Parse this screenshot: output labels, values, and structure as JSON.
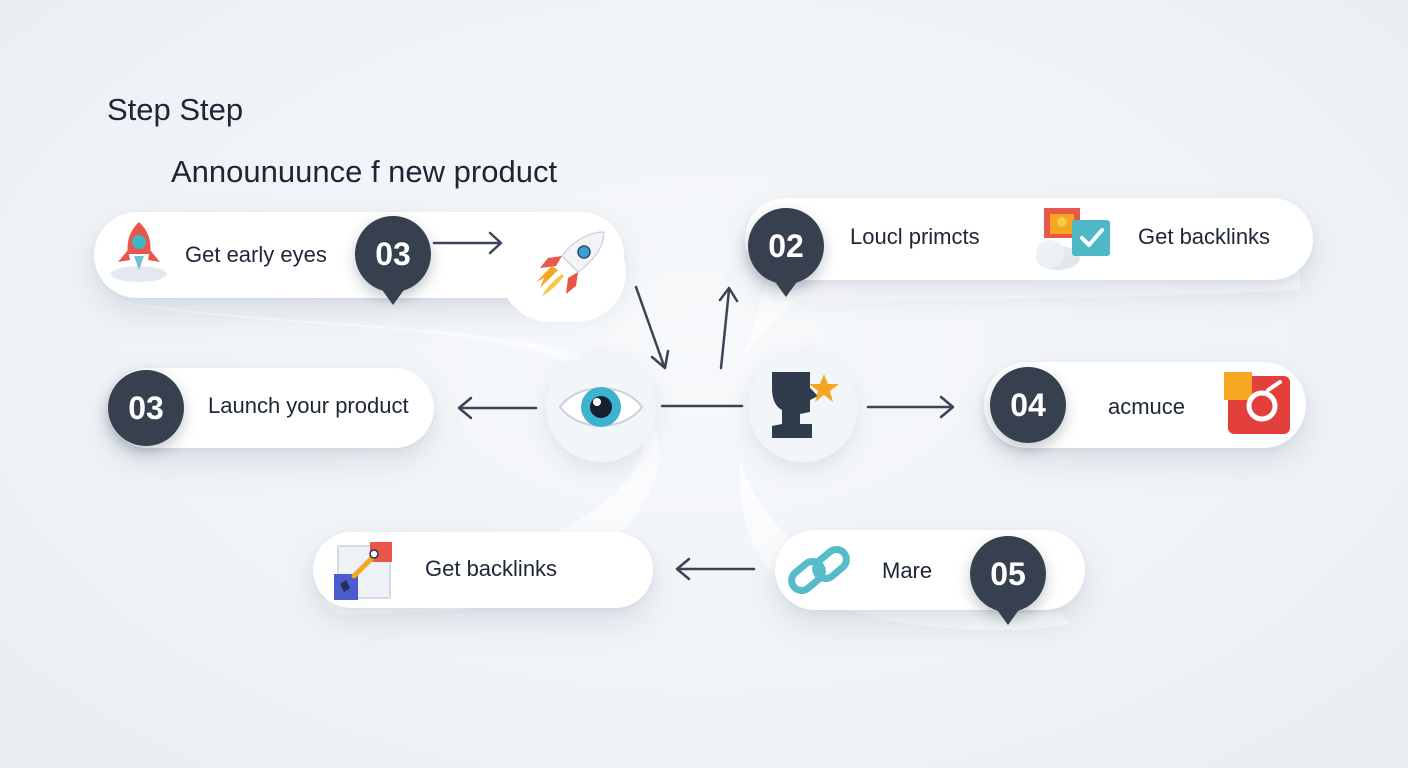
{
  "title": "Step Step",
  "subtitle": "Announuunce f new product",
  "cards": {
    "early_eyes": {
      "label": "Get early eyes",
      "badge": "03"
    },
    "launch": {
      "label": "Launch your product",
      "badge": "03"
    },
    "backlinks_left": {
      "label": "Get backlinks"
    },
    "local_prints": {
      "label": "Loucl primcts",
      "badge": "02",
      "label2": "Get backlinks"
    },
    "acmuce": {
      "label": "acmuce",
      "badge": "04"
    },
    "mare": {
      "label": "Mare",
      "badge": "05"
    }
  },
  "colors": {
    "badge": "#36404f",
    "arrow": "#3b4457",
    "text": "#1e2636",
    "card": "#ffffff"
  },
  "icons": [
    "rocket-small-icon",
    "rocket-icon",
    "eye-icon",
    "profile-star-icon",
    "photo-check-icon",
    "share-icon",
    "link-chain-icon",
    "target-icon"
  ]
}
